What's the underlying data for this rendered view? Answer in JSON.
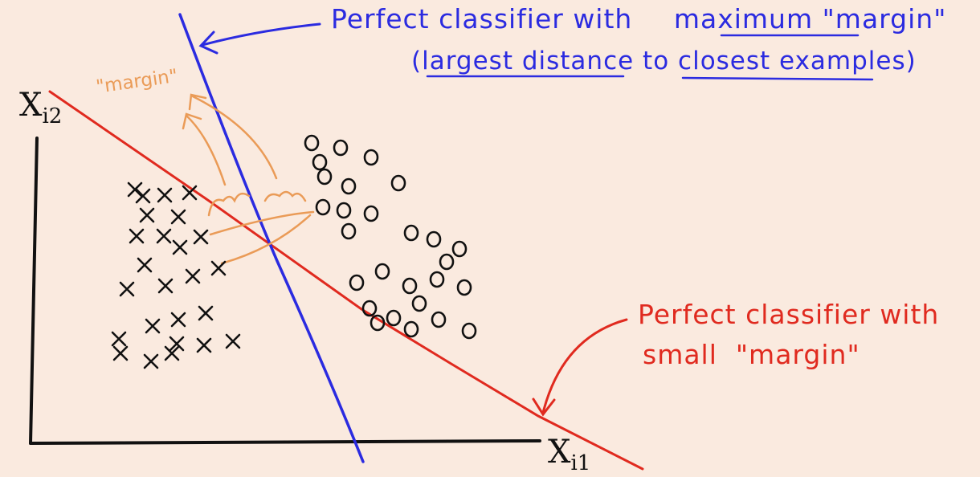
{
  "axes": {
    "y_label": {
      "main": "X",
      "sub": "i2"
    },
    "x_label": {
      "main": "X",
      "sub": "i1"
    }
  },
  "annotations": {
    "max_margin": {
      "line1_prefix": "Perfect classifier with",
      "line1_underlined": "maximum",
      "line1_suffix": "\"margin\"",
      "line2_open": "(",
      "line2_u1": "largest distance",
      "line2_mid": "to",
      "line2_u2": "closest examples",
      "line2_close": ")"
    },
    "small_margin": {
      "line1": "Perfect classifier with",
      "line2": "small  \"margin\""
    },
    "margin_label": "\"margin\""
  },
  "classes": {
    "x_marker": "X",
    "o_marker": "O",
    "x_count": 25,
    "o_count": 27
  },
  "colors": {
    "background": "#faeadf",
    "max_margin_line": "#2b2be0",
    "small_margin_line": "#e02a1f",
    "margin_annotation": "#ea9b57",
    "axes": "#111111"
  }
}
